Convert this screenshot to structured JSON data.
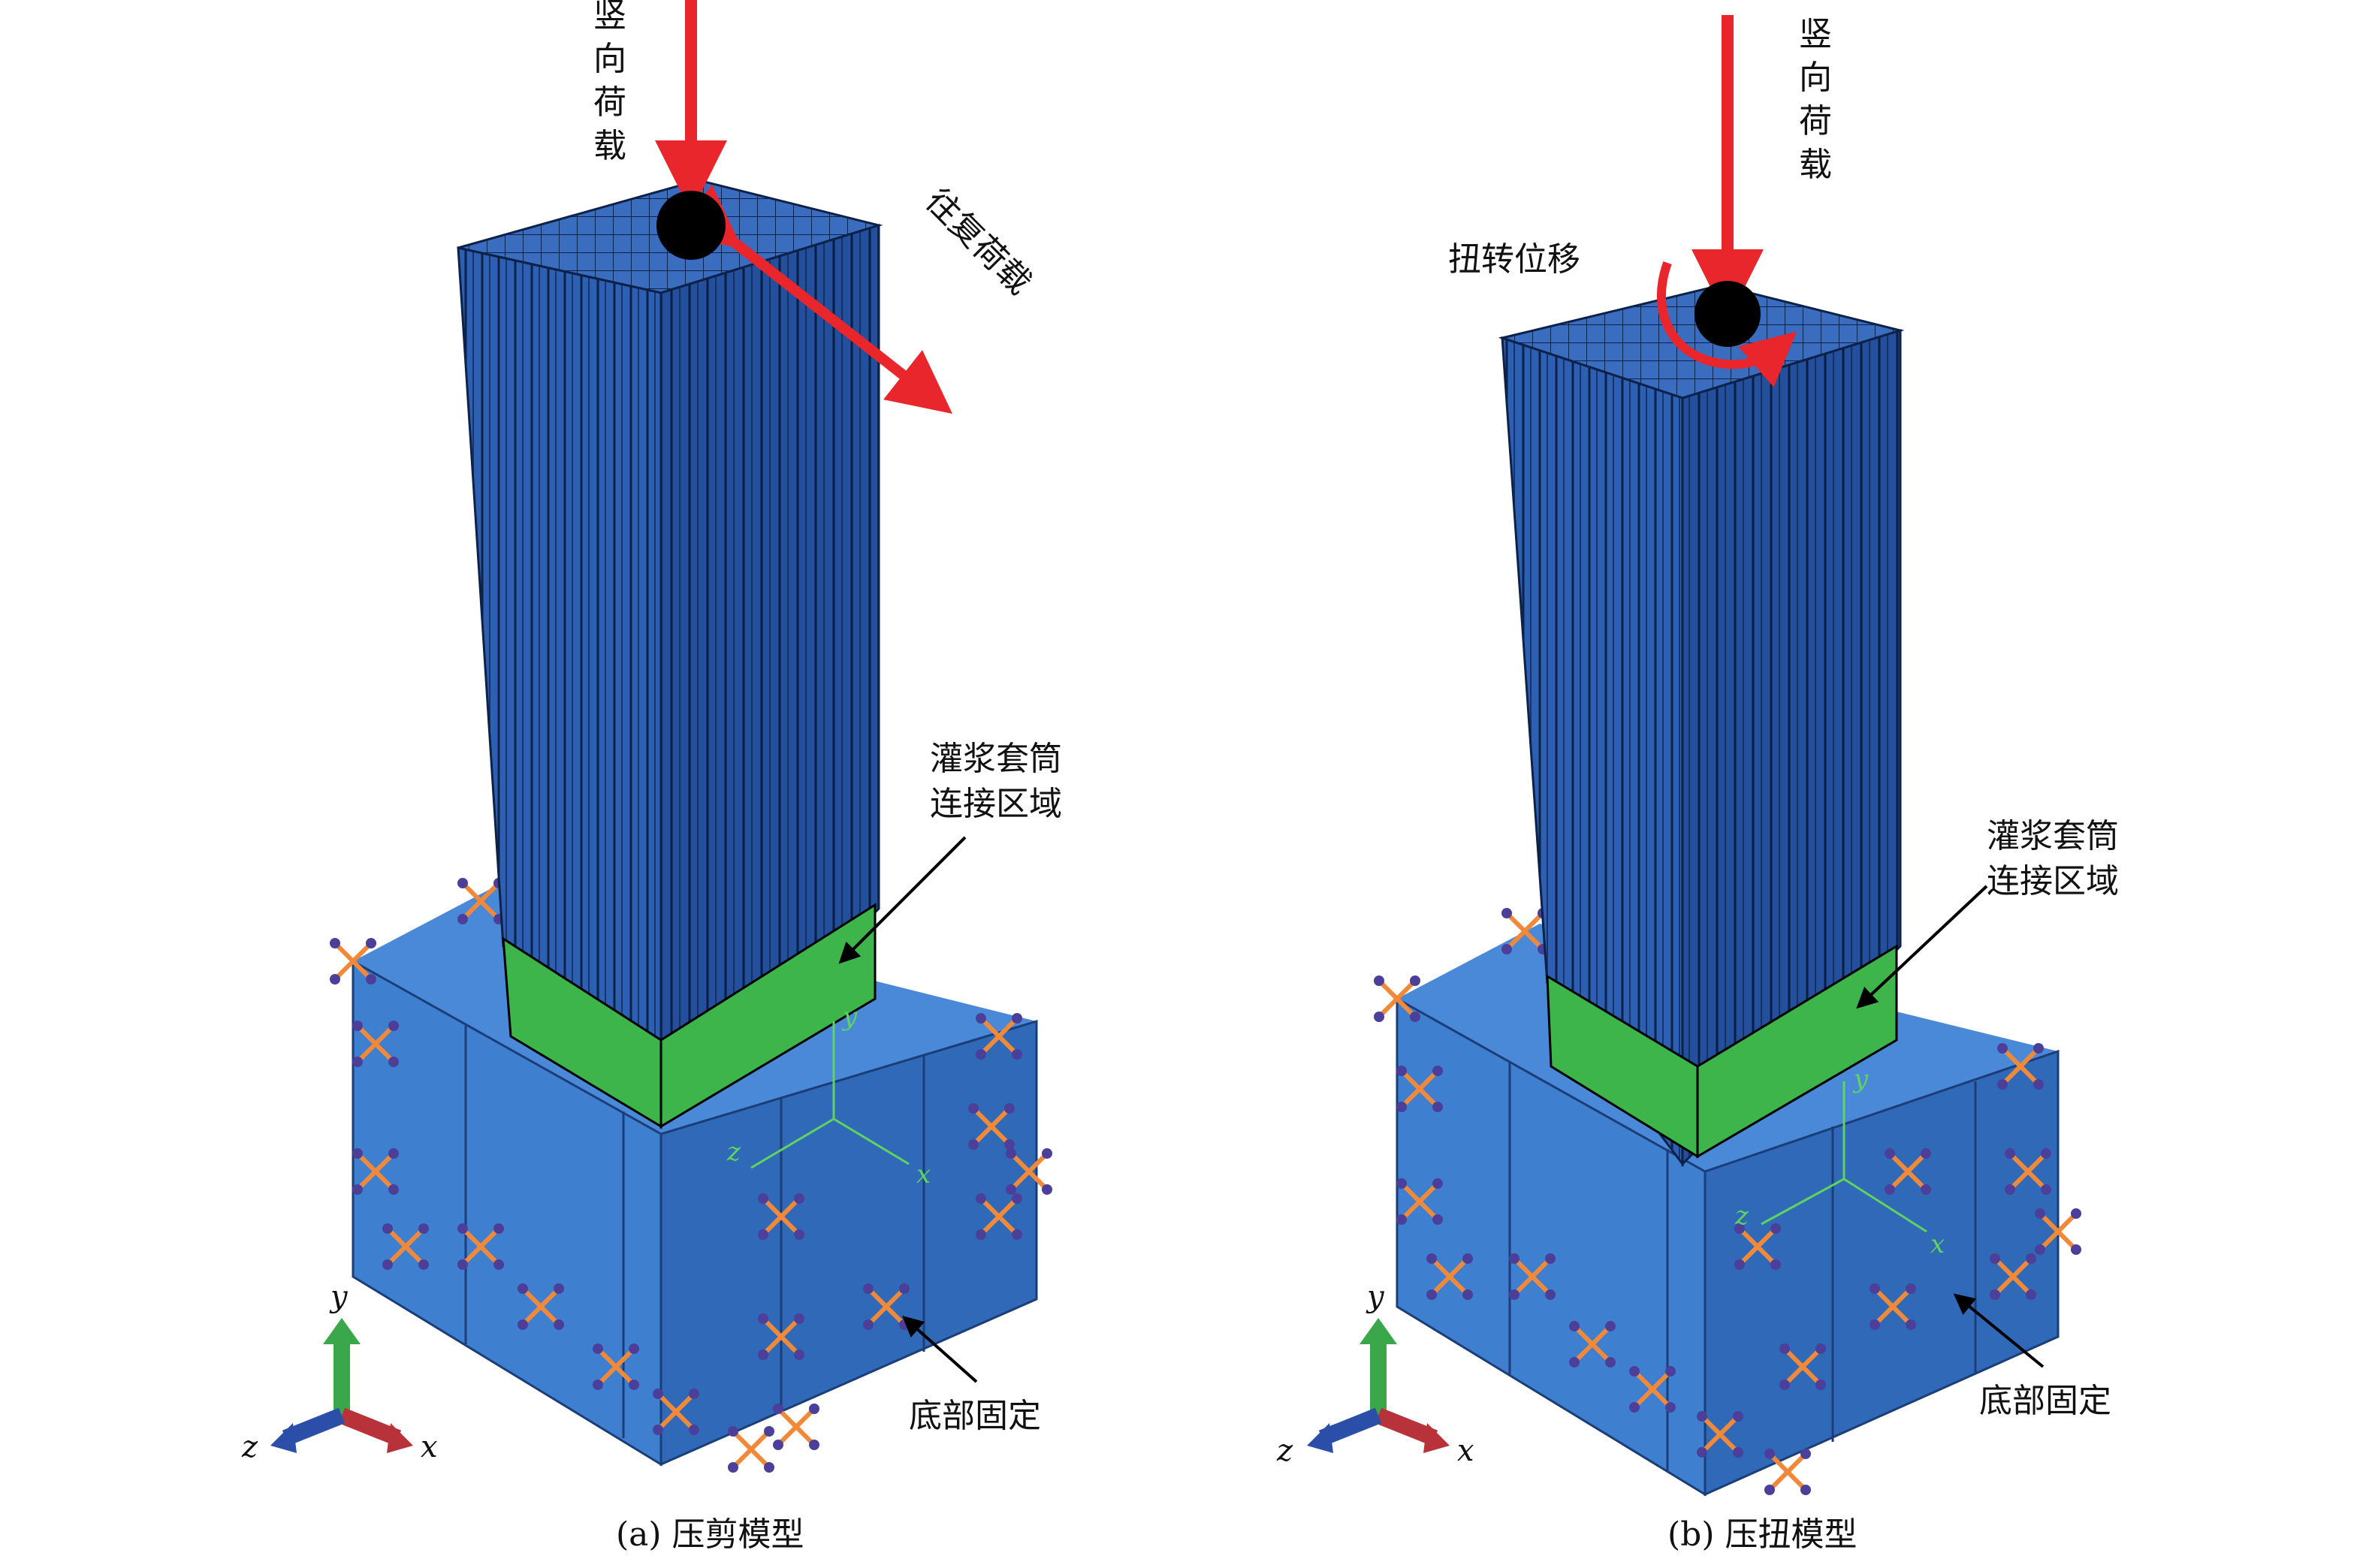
{
  "panels": [
    {
      "id": "a",
      "vertical_load": "竖向荷载",
      "lateral_load": "往复荷载",
      "grout_region": [
        "灌浆套筒",
        "连接区域"
      ],
      "base_label": "底部固定",
      "caption": "(a) 压剪模型",
      "local_axes": {
        "x": "x",
        "y": "y",
        "z": "z"
      },
      "global_axes": {
        "x": "x",
        "y": "y",
        "z": "z"
      }
    },
    {
      "id": "b",
      "vertical_load": "竖向荷载",
      "torsion_label": "扭转位移",
      "grout_region": [
        "灌浆套筒",
        "连接区域"
      ],
      "base_label": "底部固定",
      "caption": "(b) 压扭模型",
      "local_axes": {
        "x": "x",
        "y": "y",
        "z": "z"
      },
      "global_axes": {
        "x": "x",
        "y": "y",
        "z": "z"
      }
    }
  ],
  "colors": {
    "column": "#2d5fb3",
    "column_dark": "#1f4690",
    "column_lines": "#0c2248",
    "base": "#3f7fd0",
    "base_dark": "#2f69b8",
    "grout": "#3db54a",
    "load_arrow": "#e8262b",
    "constraint": "#f08a3a",
    "axis_y": "#3aa84a",
    "axis_x": "#b8323a",
    "axis_z": "#2b4fa8",
    "local_axes": "#5fd35f"
  }
}
